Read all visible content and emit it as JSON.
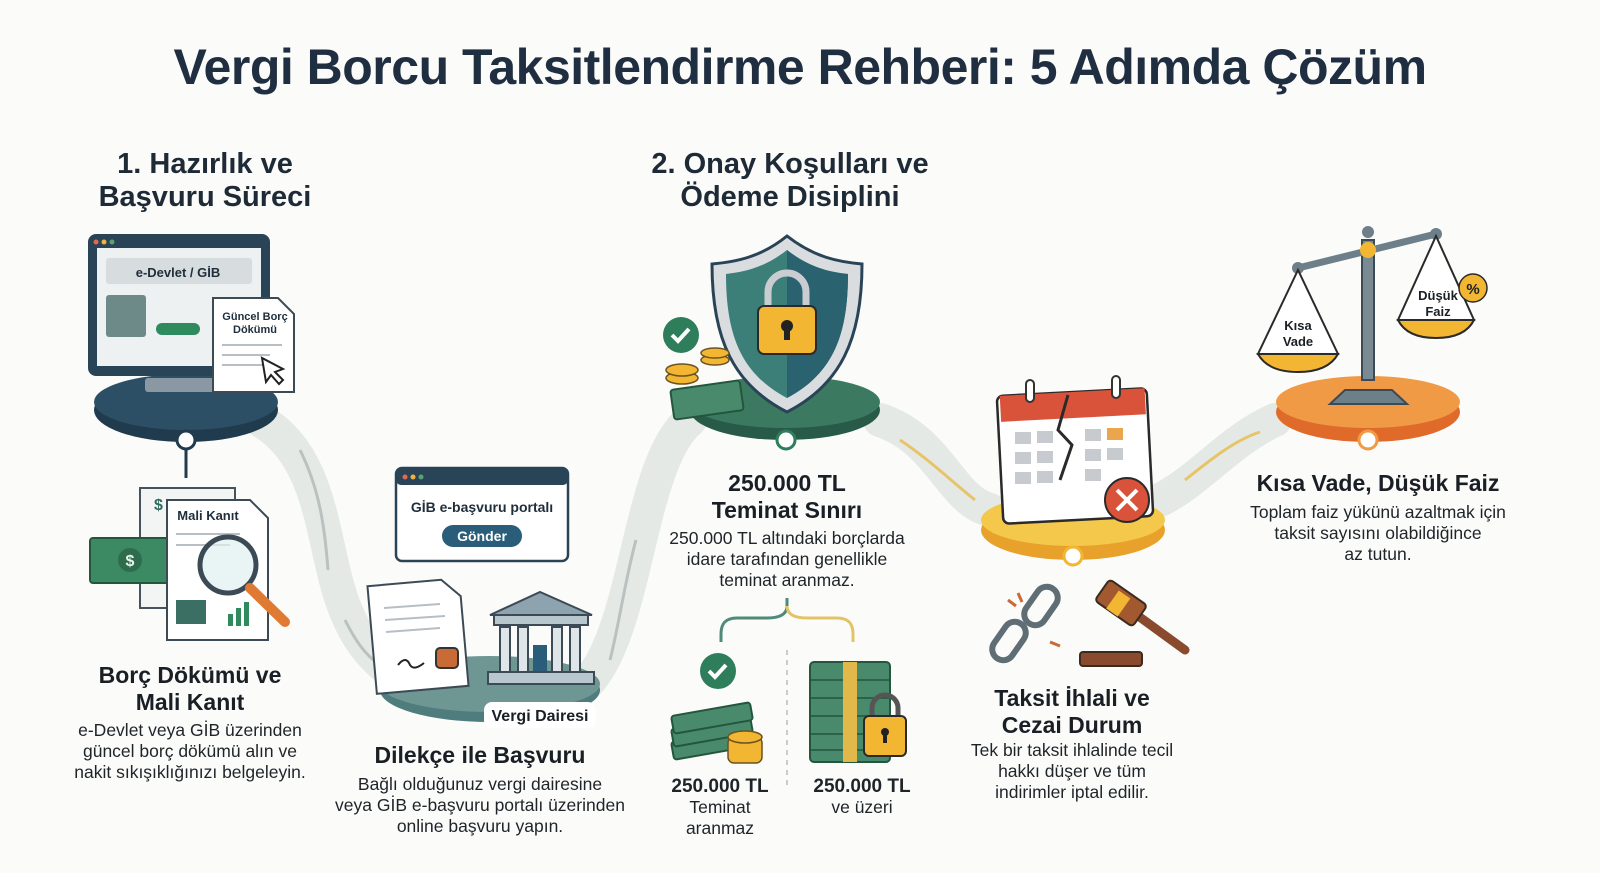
{
  "title": "Vergi Borcu Taksitlendirme Rehberi: 5 Adımda Çözüm",
  "sections": [
    {
      "label_line1": "1. Hazırlık ve",
      "label_line2": "Başvuru Süreci"
    },
    {
      "label_line1": "2. Onay Koşulları ve",
      "label_line2": "Ödeme Disiplini"
    }
  ],
  "steps": [
    {
      "title_line1": "Borç Dökümü ve",
      "title_line2": "Mali Kanıt",
      "desc": [
        "e-Devlet veya GİB üzerinden",
        "güncel borç dökümü alın ve",
        "nakit sıkışıklığınızı belgeleyin."
      ]
    },
    {
      "title": "Dilekçe ile Başvuru",
      "desc": [
        "Bağlı olduğunuz vergi dairesine",
        "veya GİB e-başvuru portalı üzerinden",
        "online başvuru yapın."
      ]
    },
    {
      "title_line1": "250.000 TL",
      "title_line2": "Teminat Sınırı",
      "desc": [
        "250.000 TL altındaki borçlarda",
        "idare tarafından genellikle",
        "teminat aranmaz."
      ]
    },
    {
      "title_line1": "Taksit İhlali ve",
      "title_line2": "Cezai Durum",
      "desc": [
        "Tek bir taksit ihlalinde tecil",
        "hakkı düşer ve tüm",
        "indirimler iptal edilir."
      ]
    },
    {
      "title": "Kısa Vade, Düşük Faiz",
      "desc": [
        "Toplam faiz yükünü azaltmak için",
        "taksit sayısını olabildiğince",
        "az tutun."
      ]
    }
  ],
  "illustrations": {
    "monitor_label": "e-Devlet / GİB",
    "doc_label_line1": "Güncel Borç",
    "doc_label_line2": "Dökümü",
    "evidence_label": "Mali Kanıt",
    "portal_label": "GİB e-başvuru portalı",
    "submit_button": "Gönder",
    "tax_office_label": "Vergi Dairesi",
    "scale_left_line1": "Kısa",
    "scale_left_line2": "Vade",
    "scale_right_line1": "Düşük",
    "scale_right_line2": "Faiz",
    "percent_badge": "%"
  },
  "comparison": [
    {
      "amount": "250.000 TL",
      "label_line1": "Teminat",
      "label_line2": "aranmaz"
    },
    {
      "amount": "250.000 TL",
      "label_line1": "ve üzeri"
    }
  ],
  "colors": {
    "navy": "#1f3b4d",
    "teal": "#2f6b5e",
    "green": "#2e7d5b",
    "yellow": "#f2b632",
    "orange": "#e8752f",
    "red": "#d9533a"
  }
}
